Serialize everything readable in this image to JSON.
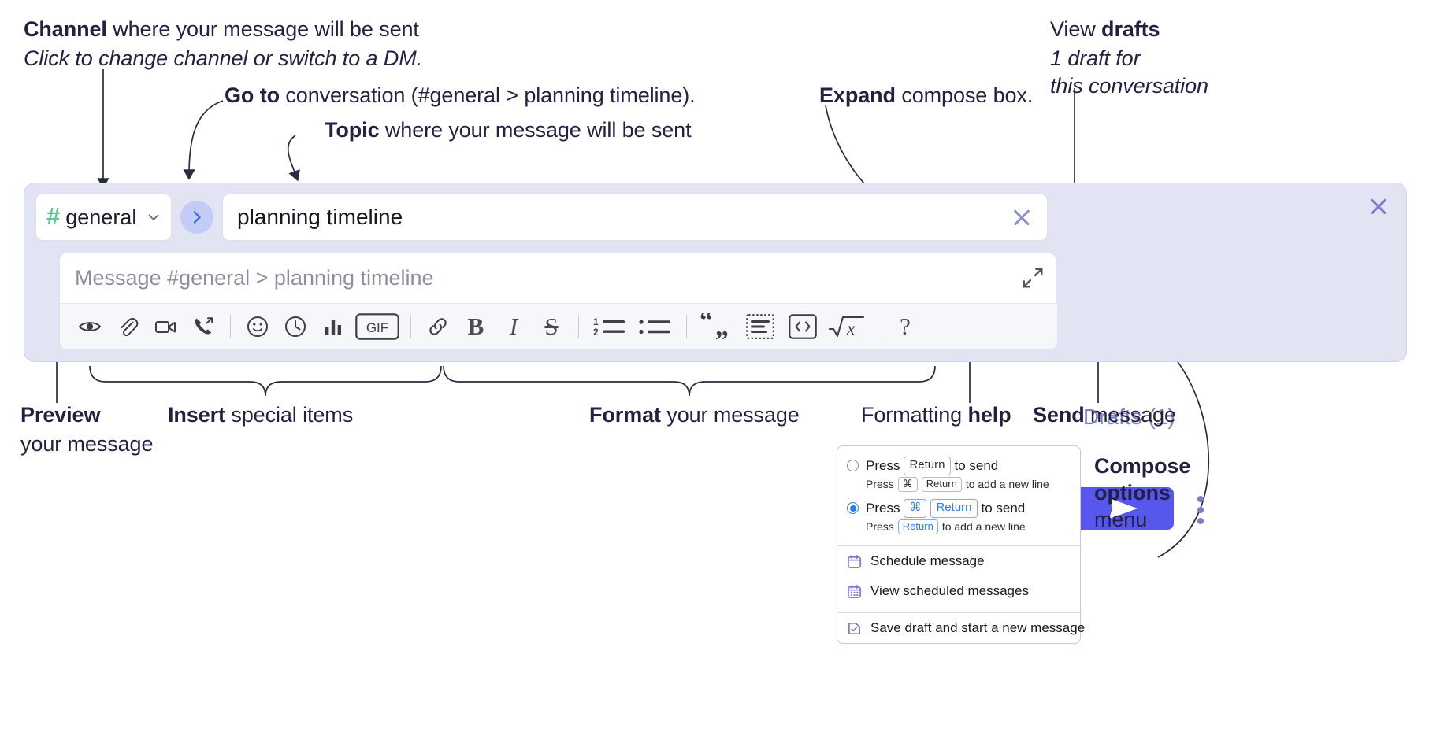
{
  "annotations": {
    "channel": {
      "bold": "Channel",
      "rest": " where your message will be sent",
      "italic": "Click to change channel or switch to a DM."
    },
    "goto": {
      "bold": "Go to",
      "rest": " conversation (#general > planning timeline)."
    },
    "topic": {
      "bold": "Topic",
      "rest": " where your message will be sent"
    },
    "expand": {
      "bold": "Expand",
      "rest": " compose box."
    },
    "drafts": {
      "plain": "View ",
      "bold": "drafts",
      "italic1": "1 draft for",
      "italic2": "this conversation"
    },
    "preview": {
      "bold": "Preview",
      "rest": "your message"
    },
    "insert": {
      "bold": "Insert",
      "rest": " special items"
    },
    "format": {
      "bold": "Format",
      "rest": " your message"
    },
    "help": {
      "plain": "Formatting ",
      "bold": "help"
    },
    "send": {
      "bold": "Send",
      "rest": " message"
    },
    "compose_options": {
      "bold1": "Compose",
      "bold2": "options",
      "rest": "menu"
    }
  },
  "compose": {
    "channel_name": "general",
    "hash_symbol": "#",
    "topic_value": "planning timeline",
    "message_placeholder": "Message #general > planning timeline",
    "drafts_label": "Drafts (1)",
    "colors": {
      "panel_bg": "#e2e3f3",
      "hash_green": "#5ec98f",
      "go_circle": "#c3cbf7",
      "go_chevron": "#3f6fe0",
      "send_button": "#5757ee",
      "drafts_text": "#7b7fc9"
    },
    "toolbar_insert": [
      {
        "name": "preview-icon",
        "label": "Preview"
      },
      {
        "name": "attachment-icon",
        "label": "Attach file"
      },
      {
        "name": "video-icon",
        "label": "Record video clip"
      },
      {
        "name": "call-icon",
        "label": "Start call"
      },
      {
        "name": "emoji-icon",
        "label": "Emoji"
      },
      {
        "name": "clock-icon",
        "label": "Recent"
      },
      {
        "name": "poll-icon",
        "label": "Poll"
      },
      {
        "name": "gif-icon",
        "label": "GIF"
      }
    ],
    "toolbar_format": [
      {
        "name": "link-icon",
        "label": "Link"
      },
      {
        "name": "bold-icon",
        "label": "B"
      },
      {
        "name": "italic-icon",
        "label": "I"
      },
      {
        "name": "strikethrough-icon",
        "label": "S"
      },
      {
        "name": "ordered-list-icon",
        "label": "Ordered list"
      },
      {
        "name": "bulleted-list-icon",
        "label": "Bulleted list"
      },
      {
        "name": "blockquote-icon",
        "label": "Blockquote"
      },
      {
        "name": "code-block-icon",
        "label": "Code block"
      },
      {
        "name": "code-icon",
        "label": "Code"
      },
      {
        "name": "latex-icon",
        "label": "LaTeX"
      }
    ],
    "help_label": "?"
  },
  "options_menu": {
    "option1": {
      "selected": false,
      "main_pre": "Press",
      "main_key": "Return",
      "main_post": "to send",
      "sub_pre": "Press",
      "sub_key1": "⌘",
      "sub_key2": "Return",
      "sub_post": "to add a new line"
    },
    "option2": {
      "selected": true,
      "main_pre": "Press",
      "main_key1": "⌘",
      "main_key2": "Return",
      "main_post": "to send",
      "sub_pre": "Press",
      "sub_key": "Return",
      "sub_post": "to add a new line"
    },
    "items": [
      {
        "icon": "calendar-icon",
        "label": "Schedule message"
      },
      {
        "icon": "calendar-grid-icon",
        "label": "View scheduled messages"
      },
      {
        "icon": "save-draft-icon",
        "label": "Save draft and start a new message"
      }
    ]
  }
}
